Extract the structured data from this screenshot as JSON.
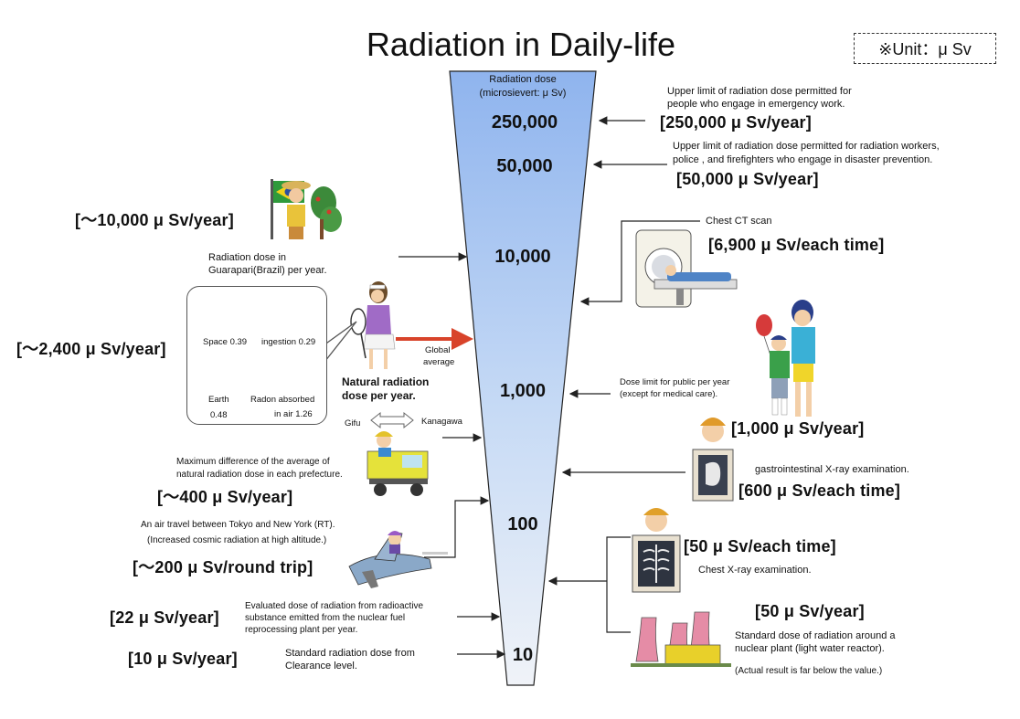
{
  "title": "Radiation in Daily-life",
  "unit_box": "※Unit：μ Sv",
  "axis": {
    "header_line1": "Radiation dose",
    "header_line2": "(microsievert: μ Sv)",
    "ticks": [
      "250,000",
      "50,000",
      "10,000",
      "1,000",
      "100",
      "10"
    ]
  },
  "right": {
    "emergency_desc_1": "Upper limit of radiation dose permitted for",
    "emergency_desc_2": "people who engage in emergency work.",
    "emergency_value": "[250,000 μ Sv/year]",
    "workers_desc_1": "Upper limit of radiation dose permitted for radiation workers,",
    "workers_desc_2": "police , and firefighters who engage in  disaster prevention.",
    "workers_value": "[50,000 μ Sv/year]",
    "ct_label": "Chest CT scan",
    "ct_value": "[6,900 μ Sv/each time]",
    "public_desc_1": "Dose limit for public per year",
    "public_desc_2": "(except for medical care).",
    "public_value": "[1,000 μ Sv/year]",
    "gi_label": "gastrointestinal X-ray examination.",
    "gi_value": "[600 μ Sv/each time]",
    "chest_value": "[50 μ Sv/each time]",
    "chest_label": "Chest X-ray examination.",
    "plant_value": "[50 μ Sv/year]",
    "plant_desc_1": "Standard dose of radiation around a",
    "plant_desc_2": "nuclear plant (light water reactor).",
    "plant_desc_3": "(Actual result is far below the value.)"
  },
  "left": {
    "brazil_value": "[～10,000 μ Sv/year]",
    "brazil_desc_1": "Radiation dose in",
    "brazil_desc_2": "Guarapari(Brazil) per year.",
    "natural_value": "[～2,400 μ Sv/year]",
    "space": "Space 0.39",
    "ingestion": "ingestion 0.29",
    "earth_1": "Earth",
    "earth_2": "0.48",
    "radon_1": "Radon absorbed",
    "radon_2": "in air  1.26",
    "natural_desc_1": "Natural radiation",
    "natural_desc_2": "dose per year.",
    "global_1": "Global",
    "global_2": "average",
    "gifu": "Gifu",
    "kanagawa": "Kanagawa",
    "pref_desc_1": "Maximum difference of the average of",
    "pref_desc_2": "natural radiation dose in each prefecture.",
    "pref_value": "[～400 μ Sv/year]",
    "air_desc_1": "An air travel between Tokyo and New York (RT).",
    "air_desc_2": "(Increased cosmic radiation at high altitude.)",
    "air_value": "[～200 μ Sv/round trip]",
    "reprocess_value": "[22 μ Sv/year]",
    "reprocess_desc_1": "Evaluated dose of radiation from radioactive",
    "reprocess_desc_2": "substance emitted from the nuclear fuel",
    "reprocess_desc_3": "reprocessing plant per year.",
    "clearance_value": "[10 μ Sv/year]",
    "clearance_desc_1": "Standard radiation dose from",
    "clearance_desc_2": "Clearance level."
  },
  "colors": {
    "funnel_top": "#8fb6ef",
    "funnel_bottom": "#eef2f8",
    "global_arrow": "#d8432a"
  }
}
